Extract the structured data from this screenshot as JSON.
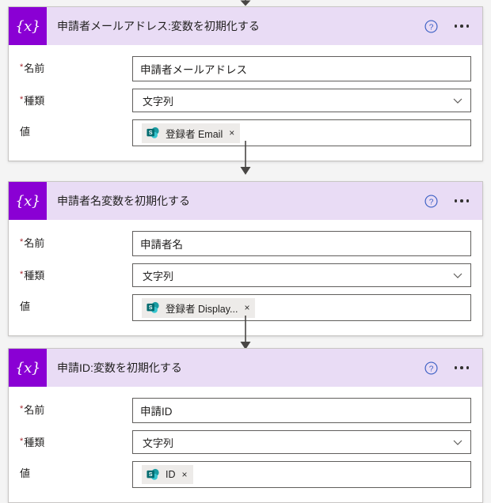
{
  "theme": {
    "page_background": "#f4f4f4",
    "card_background": "#ffffff",
    "header_background": "#e9dcf5",
    "icon_background": "#8a00d4",
    "required_star_color": "#a4262c",
    "help_icon_color": "#3b5fc4",
    "connector_color": "#484644",
    "token_background": "#edebe9",
    "sharepoint_icon_color": "#036c70"
  },
  "labels": {
    "name": "名前",
    "type": "種類",
    "value": "値",
    "required_marker": "*"
  },
  "icons": {
    "variable": "{x}",
    "help": "help-circle-icon",
    "more": "ellipsis-icon",
    "chevron": "chevron-down-icon",
    "sharepoint": "sharepoint-icon",
    "remove": "×"
  },
  "cards": [
    {
      "title": "申請者メールアドレス:変数を初期化する",
      "name_value": "申請者メールアドレス",
      "type_value": "文字列",
      "token_text": "登録者 Email"
    },
    {
      "title": "申請者名変数を初期化する",
      "name_value": "申請者名",
      "type_value": "文字列",
      "token_text": "登録者 Display..."
    },
    {
      "title": "申請ID:変数を初期化する",
      "name_value": "申請ID",
      "type_value": "文字列",
      "token_text": "ID"
    }
  ]
}
